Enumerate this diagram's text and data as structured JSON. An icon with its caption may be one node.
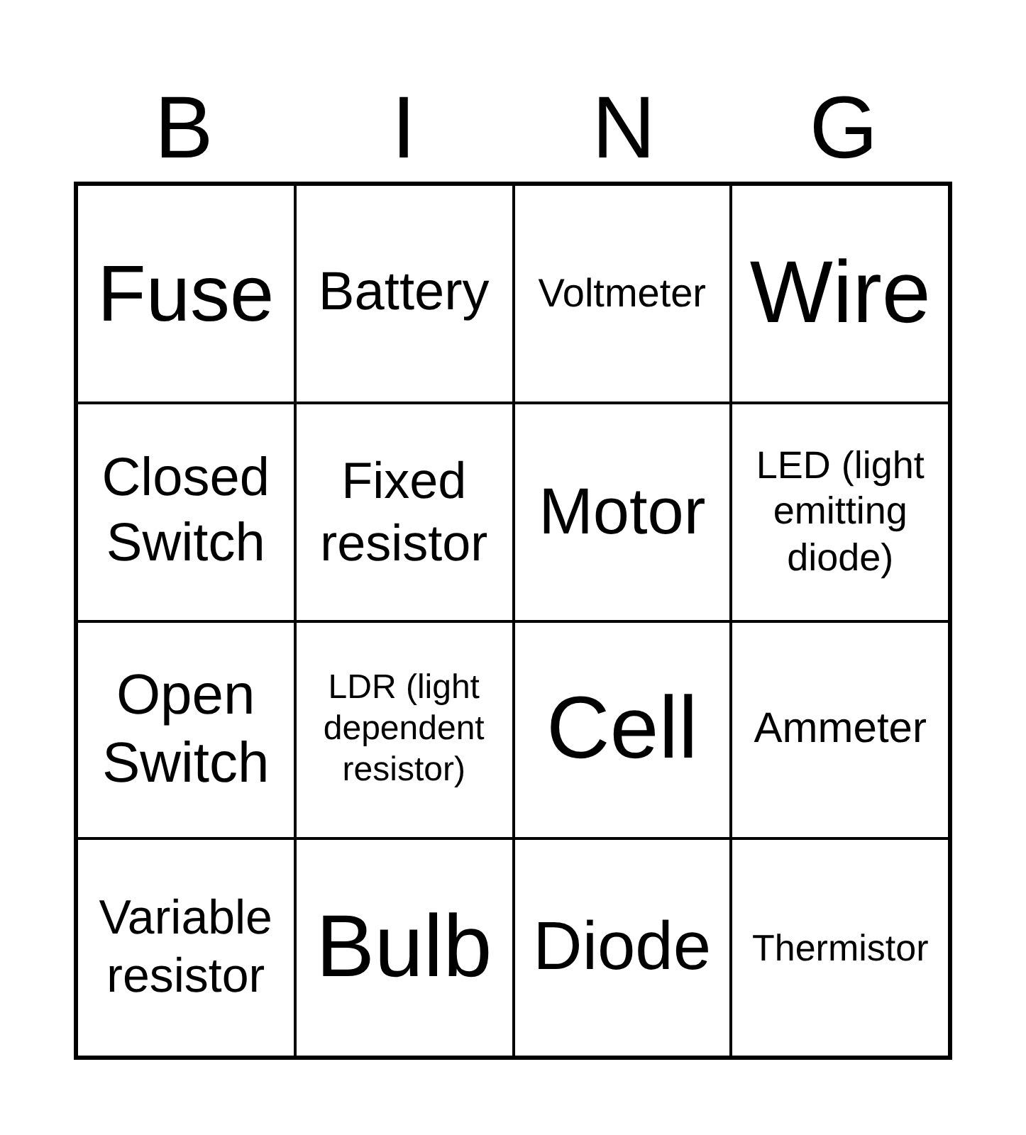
{
  "diagram": {
    "labels": [
      "B",
      "I",
      "N",
      "G",
      "Fuse",
      "Battery",
      "Voltmeter",
      "Wire",
      "Closed Switch",
      "Fixed resistor",
      "Motor",
      "LED (light emitting diode)",
      "Open Switch",
      "LDR (light dependent resistor)",
      "Cell",
      "Ammeter",
      "Variable resistor",
      "Bulb",
      "Diode",
      "Thermistor"
    ]
  }
}
